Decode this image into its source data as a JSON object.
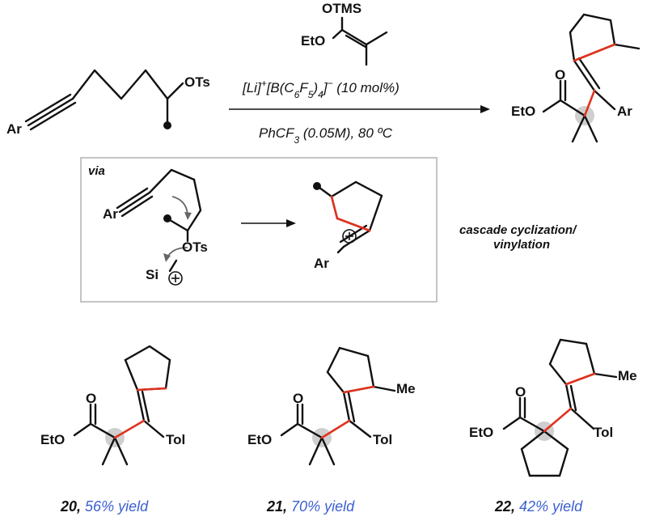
{
  "reagents": {
    "enol_ether": {
      "otms": "OTMS",
      "eto": "EtO"
    },
    "catalyst": "[Li]+[B(C6F5)4]− (10 mol%)",
    "conditions": "PhCF3 (0.05M), 80 ºC"
  },
  "substrate": {
    "ar": "Ar",
    "ots": "OTs"
  },
  "product": {
    "eto": "EtO",
    "o": "O",
    "ar": "Ar"
  },
  "mechanism": {
    "via": "via",
    "ar": "Ar",
    "ots": "OTs",
    "si": "Si",
    "ar2": "Ar",
    "note_line1": "cascade cyclization/",
    "note_line2": "vinylation"
  },
  "examples": [
    {
      "id": "20",
      "yield": "56% yield",
      "eto": "EtO",
      "o": "O",
      "tol": "Tol",
      "me": ""
    },
    {
      "id": "21",
      "yield": "70% yield",
      "eto": "EtO",
      "o": "O",
      "tol": "Tol",
      "me": "Me"
    },
    {
      "id": "22",
      "yield": "42% yield",
      "eto": "EtO",
      "o": "O",
      "tol": "Tol",
      "me": "Me"
    }
  ],
  "colors": {
    "ink": "#111111",
    "bond_new": "#e0321e",
    "yield": "#3b5fd0",
    "highlight": "#cfcfcf",
    "box": "#bdbdbd"
  }
}
